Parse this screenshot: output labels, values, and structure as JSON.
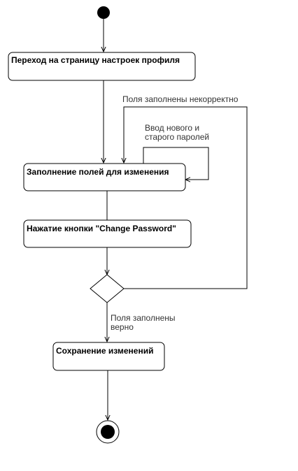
{
  "diagram": {
    "type": "uml-activity",
    "line_color": "#000000",
    "fill_color": "#ffffff",
    "edge_label_color": "#333333",
    "nodes": {
      "open_settings": {
        "label": "Переход на страницу настроек профиля"
      },
      "fill_fields": {
        "label": "Заполнение полей для изменения"
      },
      "press_button": {
        "label": "Нажатие кнопки \"Change Password\""
      },
      "save_changes": {
        "label": "Сохранение изменений"
      }
    },
    "edges": {
      "incorrect": {
        "label": "Поля заполнены некорректно"
      },
      "self_loop": {
        "line1": "Ввод нового и",
        "line2": "старого паролей"
      },
      "correct": {
        "line1": "Поля заполнены",
        "line2": "верно"
      }
    }
  }
}
